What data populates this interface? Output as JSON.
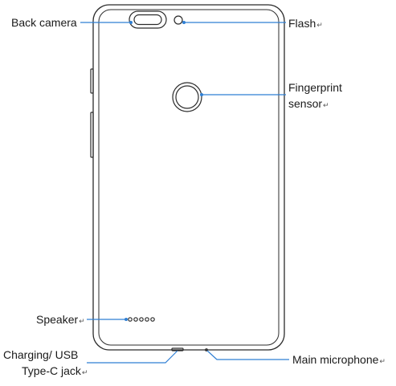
{
  "labels": {
    "back_camera": "Back camera",
    "flash": "Flash",
    "fingerprint_line1": "Fingerprint",
    "fingerprint_line2": "sensor",
    "speaker": "Speaker",
    "charging_line1": "Charging/ USB",
    "charging_line2": "Type-C jack",
    "main_microphone": "Main microphone"
  },
  "return_mark": "↵",
  "colors": {
    "leader_line": "#2f7fd4",
    "outline": "#2b2b2b",
    "text": "#1a1a1a"
  }
}
